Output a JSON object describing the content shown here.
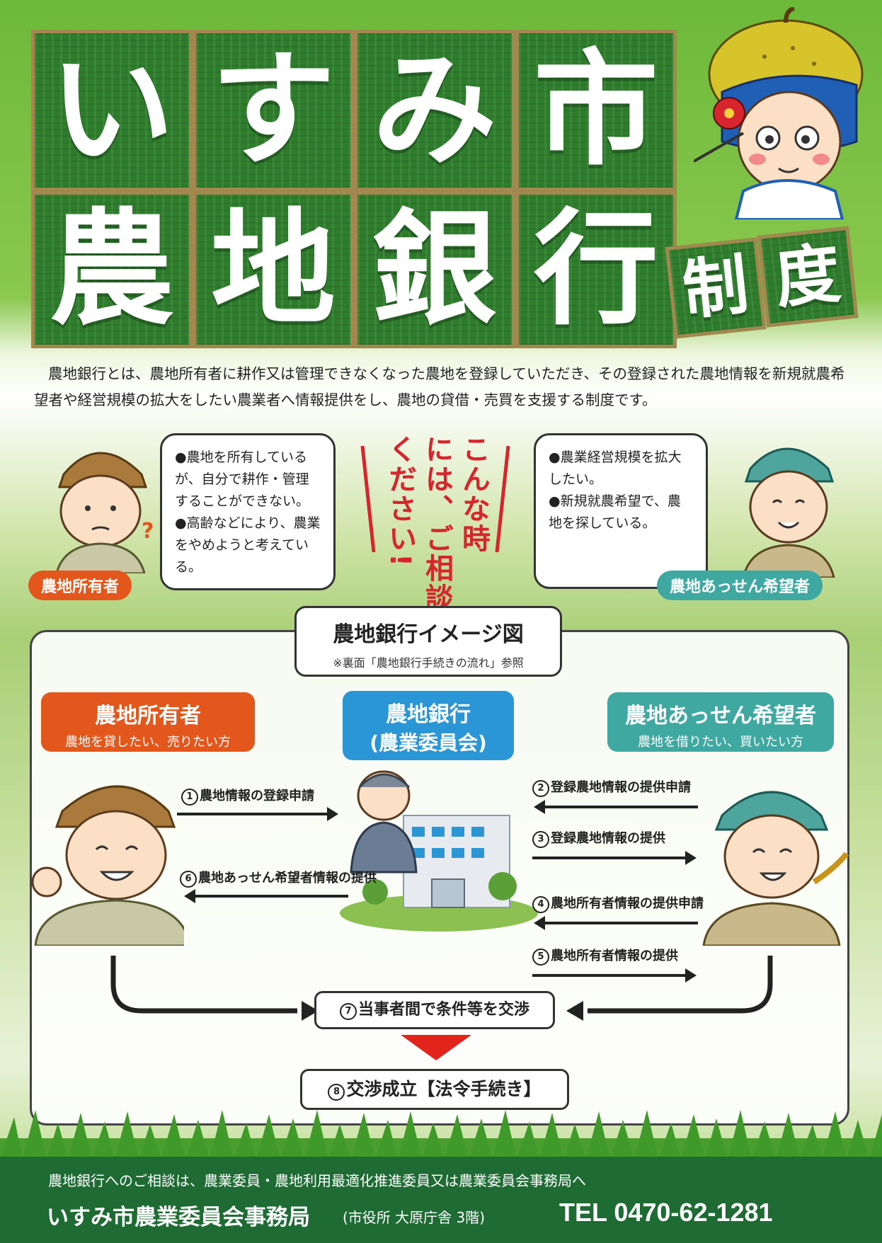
{
  "title": {
    "line1": [
      "い",
      "す",
      "み",
      "市"
    ],
    "line2": [
      "農",
      "地",
      "銀",
      "行"
    ],
    "suffix": [
      "制",
      "度"
    ]
  },
  "intro": "農地銀行とは、農地所有者に耕作又は管理できなくなった農地を登録していただき、その登録された農地情報を新規就農希望者や経営規模の拡大をしたい農業者へ情報提供をし、農地の貸借・売買を支援する制度です。",
  "owner_bubble": {
    "line1": "●農地を所有しているが、自分で耕作・管理することができない。",
    "line2": "●高齢などにより、農業をやめようと考えている。",
    "tag": "農地所有者"
  },
  "seeker_bubble": {
    "line1": "●農業経営規模を拡大したい。",
    "line2": "●新規就農希望で、農地を探している。",
    "tag": "農地あっせん希望者"
  },
  "consult": {
    "col1": "こんな時",
    "col2": "には、ご相談",
    "col3": "ください!"
  },
  "diagram": {
    "title": "農地銀行イメージ図",
    "note": "※裏面「農地銀行手続きの流れ」参照",
    "owner": {
      "name": "農地所有者",
      "desc": "農地を貸したい、売りたい方"
    },
    "bank": {
      "name": "農地銀行",
      "sub": "(農業委員会)"
    },
    "seeker": {
      "name": "農地あっせん希望者",
      "desc": "農地を借りたい、買いたい方"
    },
    "steps": [
      {
        "num": "1",
        "text": "農地情報の登録申請"
      },
      {
        "num": "2",
        "text": "登録農地情報の提供申請"
      },
      {
        "num": "3",
        "text": "登録農地情報の提供"
      },
      {
        "num": "4",
        "text": "農地所有者情報の提供申請"
      },
      {
        "num": "5",
        "text": "農地所有者情報の提供"
      },
      {
        "num": "6",
        "text": "農地あっせん希望者情報の提供"
      },
      {
        "num": "7",
        "text": "当事者間で条件等を交渉"
      },
      {
        "num": "8",
        "text": "交渉成立【法令手続き】"
      }
    ]
  },
  "footer": {
    "line1": "農地銀行へのご相談は、農業委員・農地利用最適化推進委員又は農業委員会事務局へ",
    "office": "いすみ市農業委員会事務局",
    "location": "(市役所 大原庁舎 3階)",
    "tel": "TEL 0470-62-1281"
  },
  "colors": {
    "owner": "#e3571c",
    "bank": "#2a96d6",
    "seeker": "#3fa8a0",
    "footer": "#1f6b34",
    "consult": "#d8242c",
    "tile": "#2e7d2c"
  }
}
